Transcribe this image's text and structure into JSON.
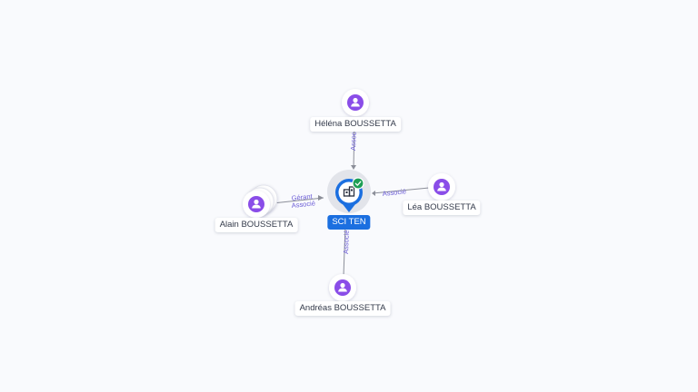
{
  "colors": {
    "background": "#f9fafd",
    "edge": "#8c8f99",
    "edge_label": "#6b5cd6",
    "person_icon": "#8a4de8",
    "company_accent": "#1b6fe0",
    "verified_badge": "#1e9e55"
  },
  "company": {
    "name": "SCI TEN",
    "icon": "building-icon",
    "badge": "verified-check-icon"
  },
  "people": [
    {
      "id": "helena",
      "name": "Héléna BOUSSETTA",
      "icon": "person-icon"
    },
    {
      "id": "lea",
      "name": "Léa BOUSSETTA",
      "icon": "person-icon"
    },
    {
      "id": "alain",
      "name": "Alain BOUSSETTA",
      "icon": "person-icon",
      "stacked": true
    },
    {
      "id": "andreas",
      "name": "Andréas BOUSSETTA",
      "icon": "person-icon"
    }
  ],
  "relations": [
    {
      "from": "helena",
      "labels": [
        "Associé"
      ]
    },
    {
      "from": "lea",
      "labels": [
        "Associé"
      ]
    },
    {
      "from": "alain",
      "labels": [
        "Gérant",
        "Associé"
      ]
    },
    {
      "from": "andreas",
      "labels": [
        "Associé"
      ]
    }
  ]
}
